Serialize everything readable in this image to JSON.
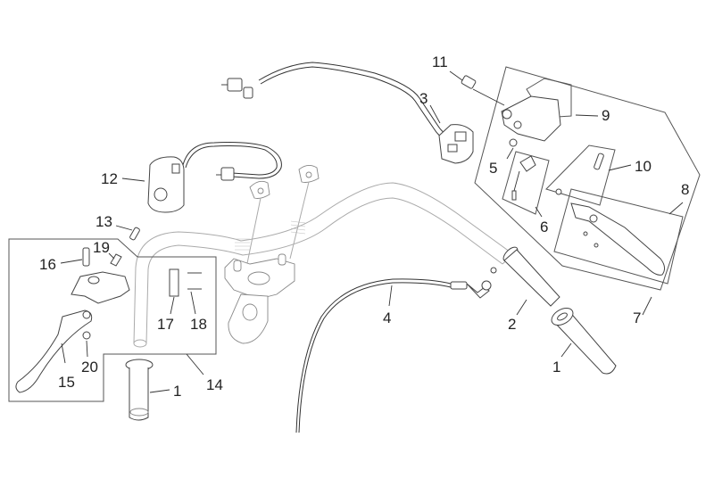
{
  "diagram": {
    "type": "exploded-parts-diagram",
    "subject": "Motorcycle handlebar assembly",
    "callouts": [
      {
        "id": "1a",
        "label": "1",
        "part": "grip-left"
      },
      {
        "id": "1b",
        "label": "1",
        "part": "grip-right"
      },
      {
        "id": "2",
        "label": "2",
        "part": "throttle-sleeve"
      },
      {
        "id": "3",
        "label": "3",
        "part": "right-switch-unit"
      },
      {
        "id": "4",
        "label": "4",
        "part": "throttle-cable"
      },
      {
        "id": "5",
        "label": "5",
        "part": "reservoir-cap-seal"
      },
      {
        "id": "6",
        "label": "6",
        "part": "brake-light-switch-kit"
      },
      {
        "id": "7",
        "label": "7",
        "part": "front-brake-master-cylinder-assembly"
      },
      {
        "id": "8",
        "label": "8",
        "part": "brake-lever-kit"
      },
      {
        "id": "9",
        "label": "9",
        "part": "master-cylinder-reservoir"
      },
      {
        "id": "10",
        "label": "10",
        "part": "lever-pivot-kit"
      },
      {
        "id": "11",
        "label": "11",
        "part": "banjo-bolt"
      },
      {
        "id": "12",
        "label": "12",
        "part": "left-switch-unit"
      },
      {
        "id": "13",
        "label": "13",
        "part": "screw"
      },
      {
        "id": "14",
        "label": "14",
        "part": "clutch-lever-assembly"
      },
      {
        "id": "15",
        "label": "15",
        "part": "clutch-lever"
      },
      {
        "id": "16",
        "label": "16",
        "part": "pivot-bolt"
      },
      {
        "id": "17",
        "label": "17",
        "part": "lever-clamp"
      },
      {
        "id": "18",
        "label": "18",
        "part": "clamp-screws"
      },
      {
        "id": "19",
        "label": "19",
        "part": "clutch-switch"
      },
      {
        "id": "20",
        "label": "20",
        "part": "nut"
      }
    ]
  }
}
